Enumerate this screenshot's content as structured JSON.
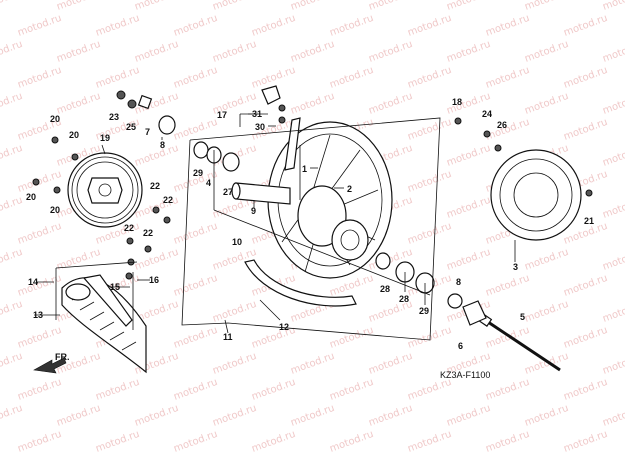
{
  "watermark": "motod.ru",
  "diagram_code": "KZ3A-F1100",
  "direction_label": "FR.",
  "callouts": {
    "c1": "1",
    "c2": "2",
    "c3": "3",
    "c4": "4",
    "c5": "5",
    "c6": "6",
    "c7": "7",
    "c8a": "8",
    "c8b": "8",
    "c9": "9",
    "c10": "10",
    "c11": "11",
    "c12": "12",
    "c13": "13",
    "c14": "14",
    "c15": "15",
    "c16": "16",
    "c17": "17",
    "c18": "18",
    "c19": "19",
    "c20a": "20",
    "c20b": "20",
    "c20c": "20",
    "c20d": "20",
    "c21": "21",
    "c22a": "22",
    "c22b": "22",
    "c22c": "22",
    "c22d": "22",
    "c23": "23",
    "c24": "24",
    "c25": "25",
    "c26": "26",
    "c27": "27",
    "c28a": "28",
    "c28b": "28",
    "c29a": "29",
    "c29b": "29",
    "c30": "30",
    "c31": "31"
  }
}
